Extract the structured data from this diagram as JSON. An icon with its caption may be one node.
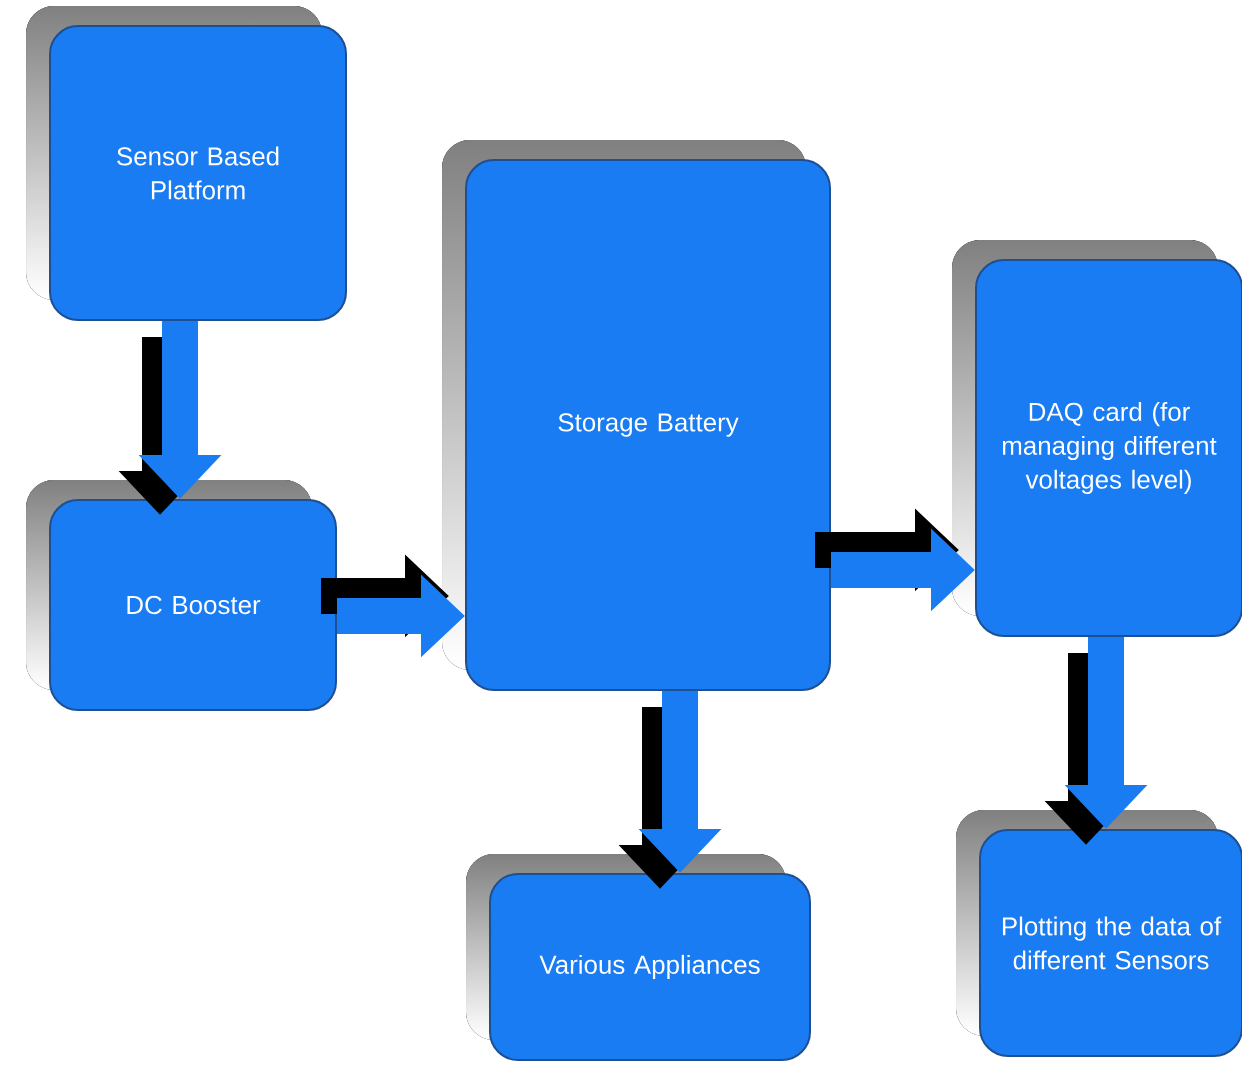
{
  "diagram": {
    "nodes": [
      {
        "text": [
          "Sensor Based Platform"
        ]
      },
      {
        "text": [
          "DC Booster"
        ]
      },
      {
        "text": [
          "Storage Battery"
        ]
      },
      {
        "text": [
          "Various Appliances"
        ]
      },
      {
        "text": [
          "DAQ card (for managing different voltages level)"
        ]
      },
      {
        "text": [
          "Plotting the data of different Sensors"
        ]
      }
    ],
    "edges": [
      {
        "from": 0,
        "to": 1,
        "arrow": "to"
      },
      {
        "from": 1,
        "to": 2,
        "arrow": "to"
      },
      {
        "from": 2,
        "to": 3,
        "arrow": "to"
      },
      {
        "from": 2,
        "to": 4,
        "arrow": "to"
      },
      {
        "from": 4,
        "to": 5,
        "arrow": "to"
      }
    ]
  }
}
